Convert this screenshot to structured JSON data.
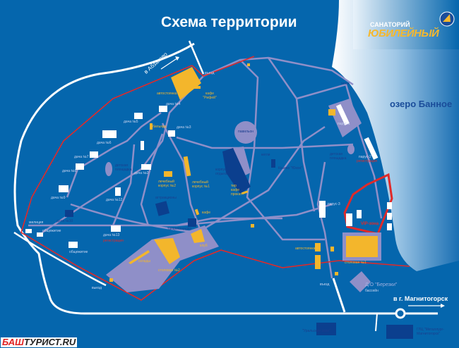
{
  "title": "Схема территории",
  "logo": {
    "line1": "САНАТОРИЙ",
    "line2": "ЮБИЛЕЙНЫЙ"
  },
  "lake": "озеро Банное",
  "roads": {
    "to_abzakovo": "в Абзаково",
    "to_magnitogorsk": "в г. Магнитогорск"
  },
  "labels": {
    "entrance": "въезд",
    "parking1": "автостоянка",
    "cafe_rifey": "кафе \"Рифей\"",
    "dacha4": "дача №4",
    "dacha5": "дача №5",
    "billiard": "бильярд",
    "dacha3": "дача №3",
    "dacha6": "дача №6",
    "dacha7": "дача №7",
    "dacha8": "дача №8",
    "playground1": "детская площадка",
    "dacha2": "дача №2",
    "med2": "лечебный корпус №2",
    "med1": "лечебный корпус №1",
    "dacha9": "дача №9",
    "dacha12": "дача №12",
    "attractions": "аттракционы",
    "dacha10": "дача №10",
    "cafe": "кафе",
    "police": "милиция",
    "dorm1": "общежитие",
    "dacha13": "дача №13",
    "dance": "танцплощадка",
    "registration1": "регистрация",
    "club": "клуб",
    "dorm2": "общежитие",
    "warehouse": "склады",
    "canteen2": "столовая №2",
    "exit1": "выезд",
    "pavilion": "павильон",
    "courts": "корпус отдыха",
    "shooting": "тир кафе прокат",
    "kegli": "кегли",
    "casino": "Казино \"Юкон\"",
    "beach": "пляж",
    "parus1": "парус-1",
    "playground2": "детская площадка",
    "parus2": "парус-2",
    "registration2": "регистрация",
    "parus3": "парус-3",
    "vip": "VIP-зона",
    "parking2": "автостоянка",
    "canteen1": "столовая №1",
    "exit2": "въезд",
    "berezki": "Д/О \"Березки\"",
    "pool": "бассейн",
    "uralskie": "\"Уральские зори\"",
    "glc": "ГЛЦ \"Металлург-Магнитогорск\""
  },
  "watermark": {
    "part1": "БАШ",
    "part2": "ТУРИСТ.RU"
  },
  "colors": {
    "water": "#0566ad",
    "road": "#8f8fc8",
    "building_yellow": "#f3b62c",
    "boundary": "#e02a2a",
    "dark": "#0b3f8e"
  }
}
